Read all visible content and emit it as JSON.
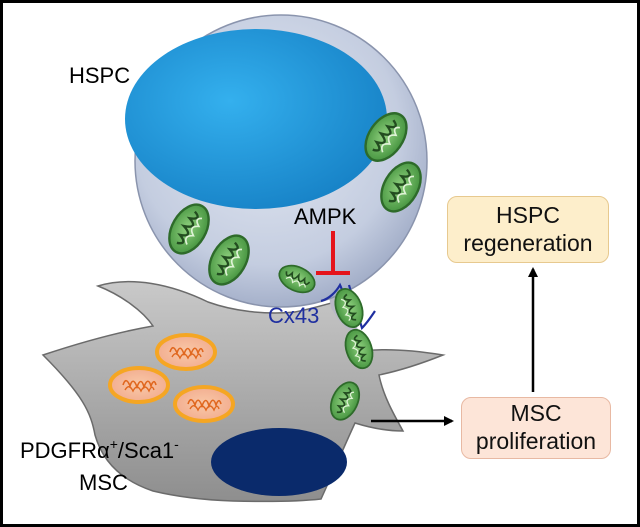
{
  "labels": {
    "hspc": "HSPC",
    "ampk": "AMPK",
    "cx43": "Cx43",
    "pdgfr_prefix": "PDGFRα",
    "pdgfr_sup1": "+",
    "pdgfr_mid": "/Sca1",
    "pdgfr_sup2": "-",
    "msc": "MSC"
  },
  "boxes": {
    "hspc_regeneration": {
      "line1": "HSPC",
      "line2": "regeneration"
    },
    "msc_proliferation": {
      "line1": "MSC",
      "line2": "proliferation"
    }
  },
  "colors": {
    "hspc_cell": "#c4cde0",
    "hspc_nucleus": "#1a8fd4",
    "msc_cell": "#a9a9a9",
    "msc_nucleus": "#0a2a6b",
    "mitochondria_green": "#3f8f3a",
    "mitochondria_orange": "#f5a623",
    "inhibit_red": "#e5141b",
    "cx43_blue": "#1f2fa0",
    "arrow": "#000000"
  }
}
